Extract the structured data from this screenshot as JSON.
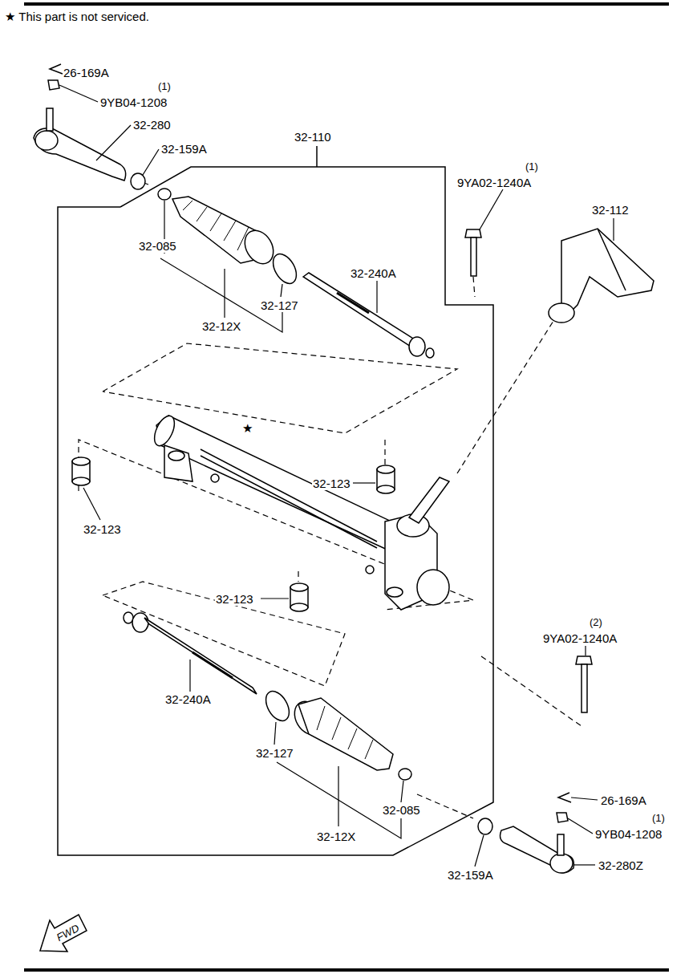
{
  "diagram": {
    "labels": [
      "★ This part is not serviced.",
      "26-169A",
      "(1)",
      "9YB04-1208",
      "32-280",
      "32-159A",
      "32-110",
      "(1)",
      "9YA02-1240A",
      "32-112",
      "32-085",
      "32-240A",
      "32-127",
      "32-12X",
      "★",
      "32-123",
      "32-123",
      "32-123",
      "(2)",
      "9YA02-1240A",
      "32-240A",
      "32-127",
      "26-169A",
      "32-085",
      "(1)",
      "9YB04-1208",
      "32-12X",
      "32-159A",
      "32-280Z",
      "FWD"
    ]
  }
}
